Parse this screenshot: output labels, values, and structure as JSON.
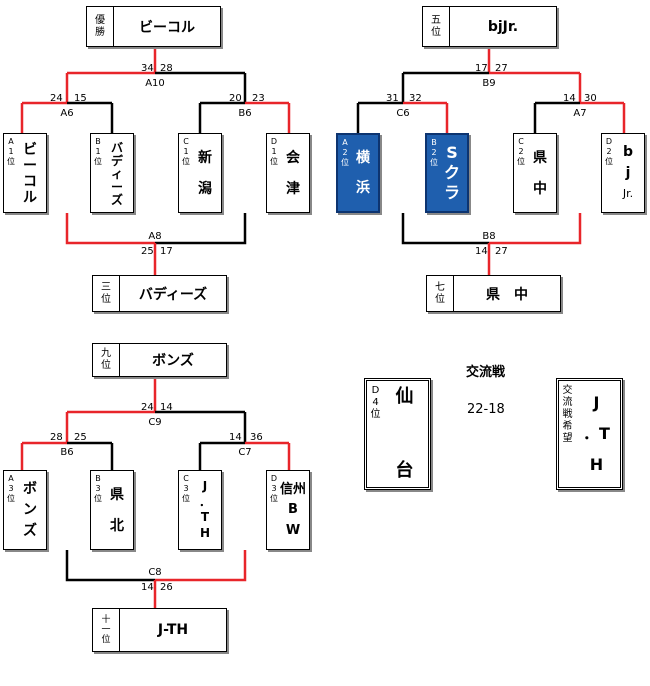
{
  "colors": {
    "winner_path": "#e8252a",
    "loser_path": "#000000",
    "highlight_box": "#1f5fae"
  },
  "bracket1": {
    "top_result": {
      "rank": [
        "優",
        "勝"
      ],
      "name": "ビーコル"
    },
    "final": {
      "scores": [
        "34",
        "28"
      ],
      "code": "A10"
    },
    "left_match": {
      "scores": [
        "24",
        "15"
      ],
      "code": "A6"
    },
    "right_match": {
      "scores": [
        "20",
        "23"
      ],
      "code": "B6"
    },
    "teams": [
      {
        "seed": "A1位",
        "name": [
          "ビ",
          "ー",
          "コ",
          "ル"
        ]
      },
      {
        "seed": "B1位",
        "name": [
          "バ",
          "デ",
          "ィ",
          "ー",
          "ズ"
        ]
      },
      {
        "seed": "C1位",
        "name": [
          "新",
          "潟"
        ]
      },
      {
        "seed": "D1位",
        "name": [
          "会",
          "津"
        ]
      }
    ],
    "third_match": {
      "scores": [
        "25",
        "17"
      ],
      "code": "A8"
    },
    "bottom_result": {
      "rank": [
        "三",
        "位"
      ],
      "name": "バディーズ"
    }
  },
  "bracket2": {
    "top_result": {
      "rank": [
        "五",
        "位"
      ],
      "name": "bjJr."
    },
    "final": {
      "scores": [
        "17",
        "27"
      ],
      "code": "B9"
    },
    "left_match": {
      "scores": [
        "31",
        "32"
      ],
      "code": "C6"
    },
    "right_match": {
      "scores": [
        "14",
        "30"
      ],
      "code": "A7"
    },
    "teams": [
      {
        "seed": "A2位",
        "name": [
          "横",
          "浜"
        ]
      },
      {
        "seed": "B2位",
        "name": [
          "S",
          "ク",
          "ラ"
        ]
      },
      {
        "seed": "C2位",
        "name": [
          "県",
          "中"
        ]
      },
      {
        "seed": "D2位",
        "name": [
          "b",
          "j",
          "Jr."
        ]
      }
    ],
    "third_match": {
      "scores": [
        "14",
        "27"
      ],
      "code": "B8"
    },
    "bottom_result": {
      "rank": [
        "七",
        "位"
      ],
      "name": "県　中"
    }
  },
  "bracket3": {
    "top_result": {
      "rank": [
        "九",
        "位"
      ],
      "name": "ボンズ"
    },
    "final": {
      "scores": [
        "24",
        "14"
      ],
      "code": "C9"
    },
    "left_match": {
      "scores": [
        "28",
        "25"
      ],
      "code": "B6"
    },
    "right_match": {
      "scores": [
        "14",
        "36"
      ],
      "code": "C7"
    },
    "teams": [
      {
        "seed": "A3位",
        "name": [
          "ボ",
          "ン",
          "ズ"
        ]
      },
      {
        "seed": "B3位",
        "name": [
          "県",
          "北"
        ]
      },
      {
        "seed": "C3位",
        "name": [
          "J",
          "．",
          "T",
          "H"
        ]
      },
      {
        "seed": "D3位",
        "name": [
          "信州",
          "B",
          "W"
        ]
      }
    ],
    "third_match": {
      "scores": [
        "14",
        "26"
      ],
      "code": "C8"
    },
    "bottom_result": {
      "rank": [
        "十",
        "一",
        "位"
      ],
      "name": "J-TH"
    }
  },
  "exchange": {
    "title": "交流戦",
    "score": "22-18",
    "left": {
      "seed": "D4位",
      "name": [
        "仙",
        "台"
      ]
    },
    "right": {
      "seed": "交流戦希望",
      "name": [
        "J",
        "．T",
        "H"
      ]
    }
  }
}
